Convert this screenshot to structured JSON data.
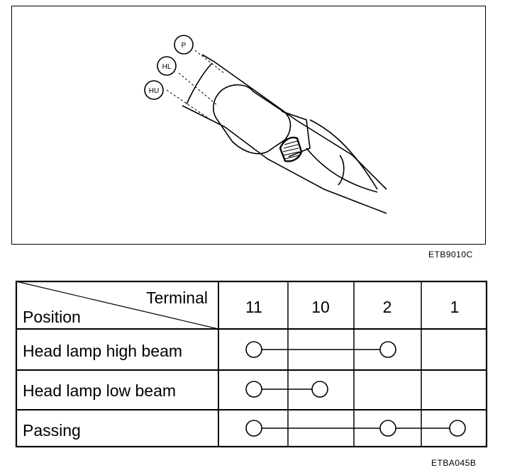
{
  "figure": {
    "callouts": [
      "P",
      "HL",
      "HU"
    ],
    "code": "ETB9010C"
  },
  "table": {
    "header_terminal": "Terminal",
    "header_position": "Position",
    "terminals": [
      "11",
      "10",
      "2",
      "1"
    ],
    "rows": [
      {
        "label": "Head lamp high beam",
        "connected_terminals": [
          "11",
          "2"
        ]
      },
      {
        "label": "Head lamp low beam",
        "connected_terminals": [
          "11",
          "10"
        ]
      },
      {
        "label": "Passing",
        "connected_terminals": [
          "11",
          "2",
          "1"
        ]
      }
    ],
    "code": "ETBA045B"
  }
}
